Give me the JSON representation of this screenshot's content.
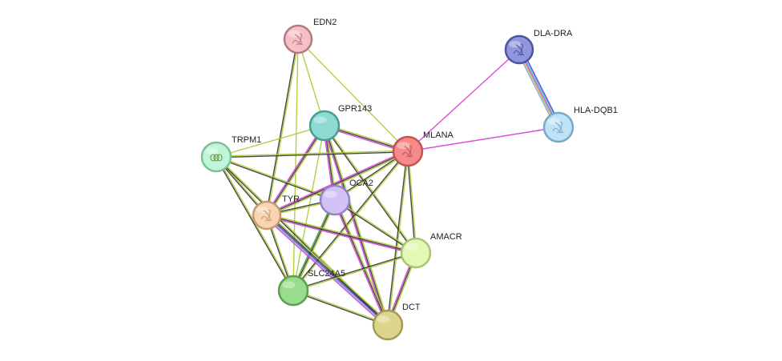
{
  "nodes": [
    {
      "id": "EDN2",
      "label": "EDN2",
      "color": "#f6c1c6",
      "stroke": "#b37a80",
      "icon": "protein-structure-icon"
    },
    {
      "id": "DLA-DRA",
      "label": "DLA-DRA",
      "color": "#8f96db",
      "stroke": "#4b53a3",
      "icon": "protein-structure-icon"
    },
    {
      "id": "GPR143",
      "label": "GPR143",
      "color": "#8cdad2",
      "stroke": "#4c9c93",
      "icon": "none"
    },
    {
      "id": "HLA-DQB1",
      "label": "HLA-DQB1",
      "color": "#bfe2f6",
      "stroke": "#78a9c7",
      "icon": "protein-structure-icon"
    },
    {
      "id": "MLANA",
      "label": "MLANA",
      "color": "#f58a8a",
      "stroke": "#c05555",
      "icon": "protein-structure-icon"
    },
    {
      "id": "TRPM1",
      "label": "TRPM1",
      "color": "#bff5d8",
      "stroke": "#7cbf99",
      "icon": "helix-structure-icon"
    },
    {
      "id": "OCA2",
      "label": "OCA2",
      "color": "#d2c2f7",
      "stroke": "#9283c4",
      "icon": "none"
    },
    {
      "id": "TYR",
      "label": "TYR",
      "color": "#f8d4b3",
      "stroke": "#c79a72",
      "icon": "protein-structure-icon"
    },
    {
      "id": "AMACR",
      "label": "AMACR",
      "color": "#e4f8b6",
      "stroke": "#a8c474",
      "icon": "none"
    },
    {
      "id": "SLC24A5",
      "label": "SLC24A5",
      "color": "#99dc8b",
      "stroke": "#5c9f51",
      "icon": "none"
    },
    {
      "id": "DCT",
      "label": "DCT",
      "color": "#ddd58c",
      "stroke": "#a49c55",
      "icon": "none"
    }
  ],
  "edges": [
    {
      "source": "DLA-DRA",
      "target": "HLA-DQB1",
      "colors": [
        "#3e3eb8",
        "#35c7d8",
        "#d83ad8",
        "#a9cc31",
        "#7f9fd8"
      ]
    },
    {
      "source": "DLA-DRA",
      "target": "MLANA",
      "colors": [
        "#d83ad8"
      ]
    },
    {
      "source": "HLA-DQB1",
      "target": "MLANA",
      "colors": [
        "#d83ad8"
      ]
    },
    {
      "source": "EDN2",
      "target": "MLANA",
      "colors": [
        "#a9cc31"
      ]
    },
    {
      "source": "EDN2",
      "target": "GPR143",
      "colors": [
        "#a9cc31"
      ]
    },
    {
      "source": "EDN2",
      "target": "TYR",
      "colors": [
        "#a9cc31",
        "#333333"
      ]
    },
    {
      "source": "EDN2",
      "target": "SLC24A5",
      "colors": [
        "#a9cc31"
      ]
    },
    {
      "source": "GPR143",
      "target": "MLANA",
      "colors": [
        "#a9cc31",
        "#333333",
        "#d83ad8"
      ]
    },
    {
      "source": "GPR143",
      "target": "TRPM1",
      "colors": [
        "#a9cc31"
      ]
    },
    {
      "source": "GPR143",
      "target": "OCA2",
      "colors": [
        "#a9cc31",
        "#333333",
        "#d83ad8"
      ]
    },
    {
      "source": "GPR143",
      "target": "TYR",
      "colors": [
        "#a9cc31",
        "#333333",
        "#d83ad8"
      ]
    },
    {
      "source": "GPR143",
      "target": "AMACR",
      "colors": [
        "#a9cc31",
        "#333333"
      ]
    },
    {
      "source": "GPR143",
      "target": "SLC24A5",
      "colors": [
        "#a9cc31"
      ]
    },
    {
      "source": "GPR143",
      "target": "DCT",
      "colors": [
        "#a9cc31",
        "#333333",
        "#d83ad8"
      ]
    },
    {
      "source": "TRPM1",
      "target": "MLANA",
      "colors": [
        "#a9cc31",
        "#333333"
      ]
    },
    {
      "source": "TRPM1",
      "target": "OCA2",
      "colors": [
        "#a9cc31",
        "#333333"
      ]
    },
    {
      "source": "TRPM1",
      "target": "TYR",
      "colors": [
        "#a9cc31",
        "#333333"
      ]
    },
    {
      "source": "TRPM1",
      "target": "SLC24A5",
      "colors": [
        "#a9cc31",
        "#333333"
      ]
    },
    {
      "source": "TRPM1",
      "target": "DCT",
      "colors": [
        "#a9cc31",
        "#333333"
      ]
    },
    {
      "source": "MLANA",
      "target": "OCA2",
      "colors": [
        "#a9cc31",
        "#333333"
      ]
    },
    {
      "source": "MLANA",
      "target": "TYR",
      "colors": [
        "#a9cc31",
        "#333333",
        "#d83ad8"
      ]
    },
    {
      "source": "MLANA",
      "target": "AMACR",
      "colors": [
        "#a9cc31",
        "#333333"
      ]
    },
    {
      "source": "MLANA",
      "target": "SLC24A5",
      "colors": [
        "#a9cc31",
        "#333333"
      ]
    },
    {
      "source": "MLANA",
      "target": "DCT",
      "colors": [
        "#a9cc31",
        "#333333"
      ]
    },
    {
      "source": "OCA2",
      "target": "TYR",
      "colors": [
        "#a9cc31",
        "#333333"
      ]
    },
    {
      "source": "OCA2",
      "target": "AMACR",
      "colors": [
        "#a9cc31",
        "#333333"
      ]
    },
    {
      "source": "OCA2",
      "target": "SLC24A5",
      "colors": [
        "#a9cc31",
        "#333333",
        "#3aa23a"
      ]
    },
    {
      "source": "OCA2",
      "target": "DCT",
      "colors": [
        "#a9cc31",
        "#333333",
        "#d83ad8"
      ]
    },
    {
      "source": "TYR",
      "target": "AMACR",
      "colors": [
        "#a9cc31",
        "#333333",
        "#d83ad8"
      ]
    },
    {
      "source": "TYR",
      "target": "SLC24A5",
      "colors": [
        "#a9cc31",
        "#333333"
      ]
    },
    {
      "source": "TYR",
      "target": "DCT",
      "colors": [
        "#a9cc31",
        "#333333",
        "#3e3eb8",
        "#7f9fd8",
        "#d83ad8"
      ]
    },
    {
      "source": "AMACR",
      "target": "SLC24A5",
      "colors": [
        "#a9cc31",
        "#333333"
      ]
    },
    {
      "source": "AMACR",
      "target": "DCT",
      "colors": [
        "#a9cc31",
        "#333333",
        "#d83ad8"
      ]
    },
    {
      "source": "SLC24A5",
      "target": "DCT",
      "colors": [
        "#a9cc31",
        "#333333"
      ]
    }
  ]
}
